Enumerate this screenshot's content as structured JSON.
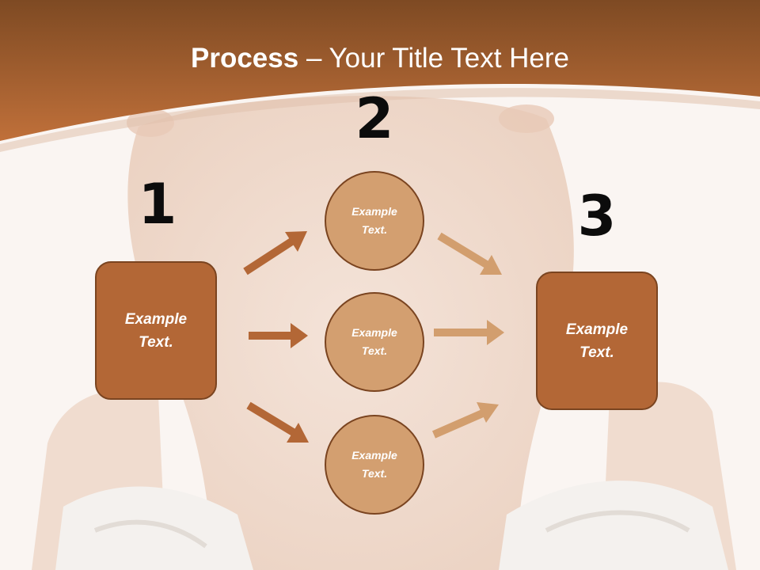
{
  "slide": {
    "title_bold": "Process",
    "title_rest": " – Your Title Text Here"
  },
  "steps": {
    "one": "1",
    "two": "2",
    "three": "3"
  },
  "boxes": {
    "left": {
      "line1": "Example",
      "line2": "Text."
    },
    "right": {
      "line1": "Example",
      "line2": "Text."
    }
  },
  "circles": [
    {
      "line1": "Example",
      "line2": "Text."
    },
    {
      "line1": "Example",
      "line2": "Text."
    },
    {
      "line1": "Example",
      "line2": "Text."
    }
  ],
  "colors": {
    "header": "#b36a35",
    "box_fill": "#b36736",
    "circle_fill": "#d39f70",
    "arrow_dark": "#b36736",
    "arrow_light": "#d29e6e",
    "outline": "#7a4420"
  }
}
